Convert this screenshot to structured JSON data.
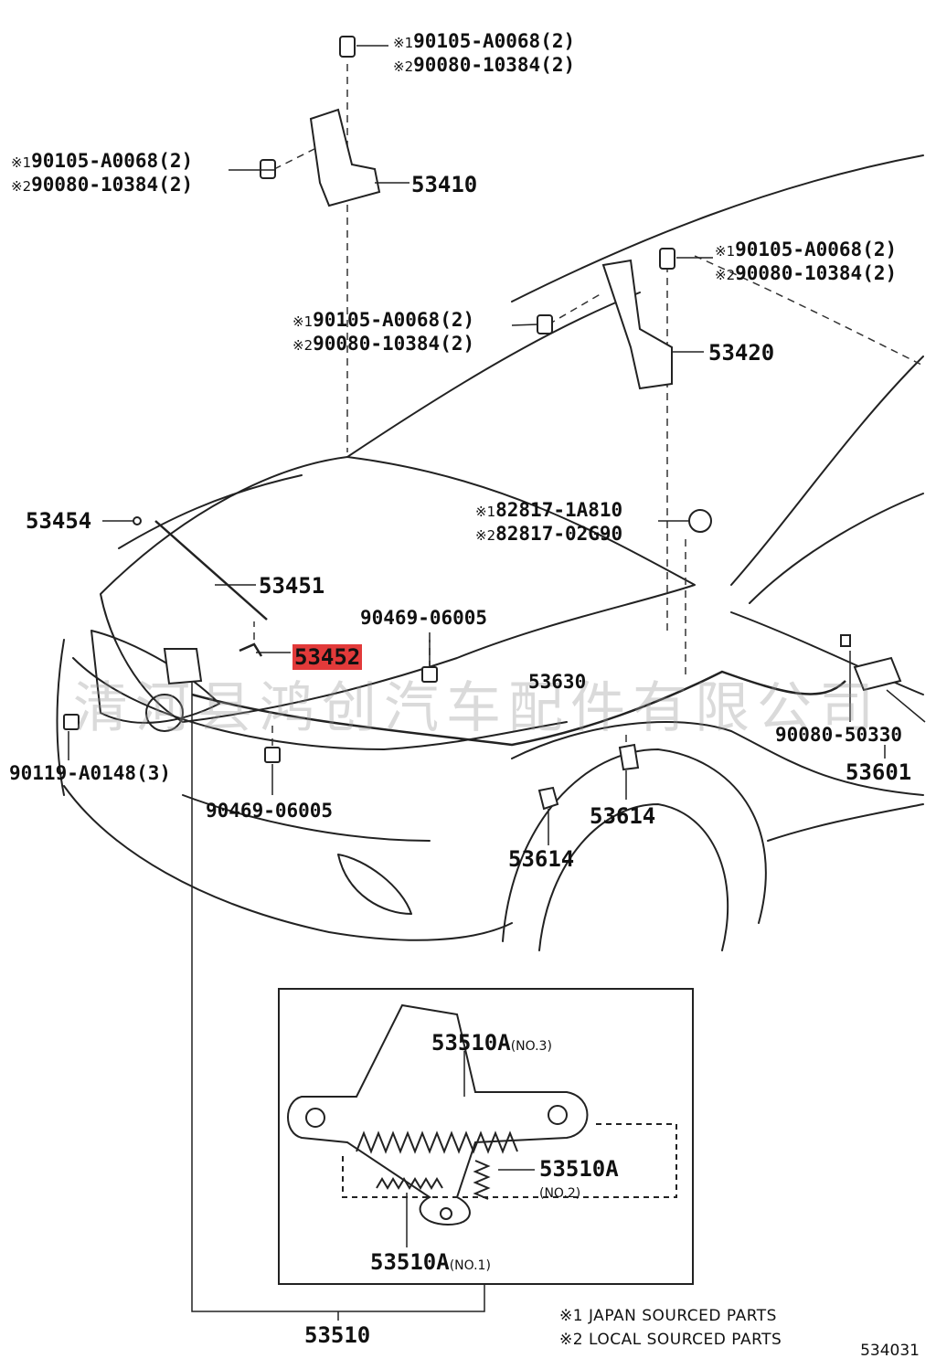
{
  "labels": {
    "top_bolt": {
      "l1_mark": "※1",
      "l1": "90105-A0068(2)",
      "l2_mark": "※2",
      "l2": "90080-10384(2)"
    },
    "left_bolt": {
      "l1_mark": "※1",
      "l1": "90105-A0068(2)",
      "l2_mark": "※2",
      "l2": "90080-10384(2)"
    },
    "hinge_left": "53410",
    "right_bolt": {
      "l1_mark": "※1",
      "l1": "90105-A0068(2)",
      "l2_mark": "※2",
      "l2": "90080-10384(2)"
    },
    "mid_bolt": {
      "l1_mark": "※1",
      "l1": "90105-A0068(2)",
      "l2_mark": "※2",
      "l2": "90080-10384(2)"
    },
    "hinge_right": "53420",
    "cushion": {
      "l1_mark": "※1",
      "l1": "82817-1A810",
      "l2_mark": "※2",
      "l2": "82817-02G90"
    },
    "p53454": "53454",
    "p53451": "53451",
    "p90469_a": "90469-06005",
    "p53452": "53452",
    "p53630": "53630",
    "p90080_50330": "90080-50330",
    "p53601": "53601",
    "p90119": "90119-A0148(3)",
    "p90469_b": "90469-06005",
    "p53614_a": "53614",
    "p53614_b": "53614",
    "lock_no3": "53510A",
    "lock_no3_sub": "(NO.3)",
    "lock_no2": "53510A",
    "lock_no2_sub": "(NO.2)",
    "lock_no1": "53510A",
    "lock_no1_sub": "(NO.1)",
    "lock_assy": "53510"
  },
  "notes": {
    "n1_mark": "※1",
    "n1": "JAPAN SOURCED PARTS",
    "n2_mark": "※2",
    "n2": "LOCAL SOURCED PARTS"
  },
  "watermark": "清河县鸿创汽车配件有限公司",
  "diagram_code": "534031",
  "highlight_color": "#e23a3a"
}
